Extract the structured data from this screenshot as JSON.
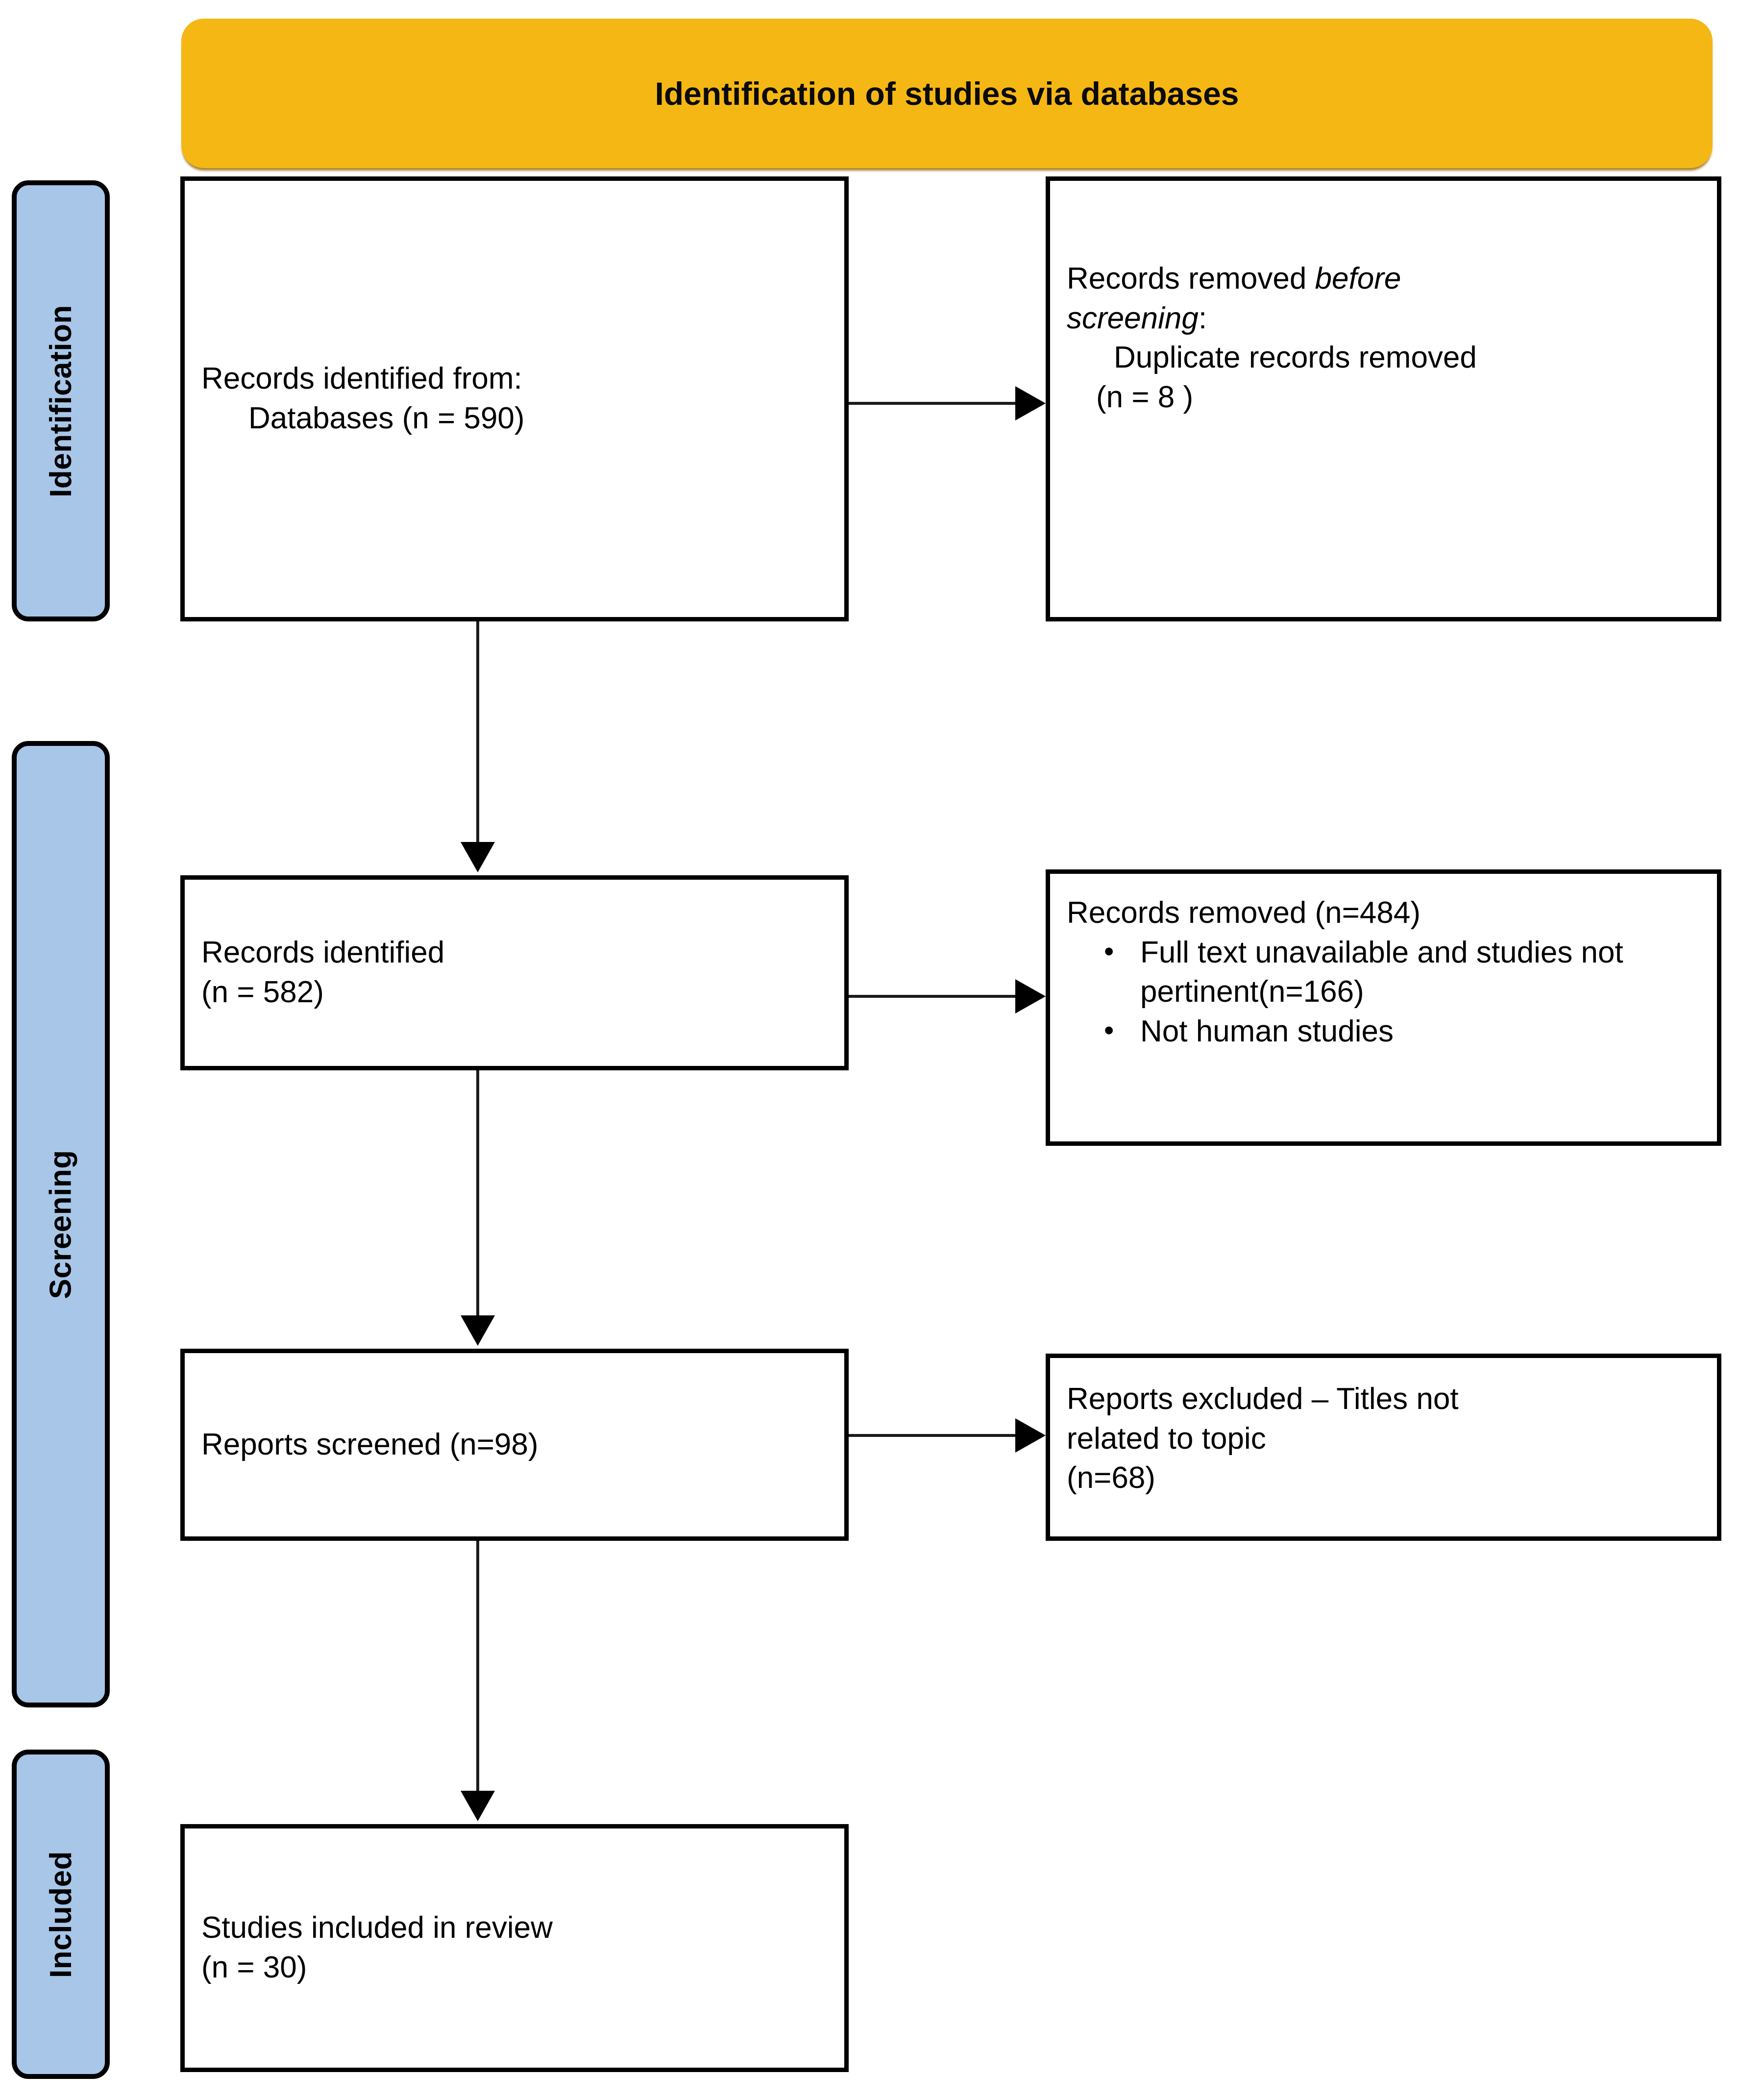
{
  "diagram": {
    "type": "prisma-flow-diagram",
    "header": {
      "title": "Identification of studies via databases",
      "color": "#F5B714"
    },
    "stages": [
      {
        "key": "identification",
        "label": "Identification",
        "color": "#A7C6E8"
      },
      {
        "key": "screening",
        "label": "Screening",
        "color": "#A7C6E8"
      },
      {
        "key": "included",
        "label": "Included",
        "color": "#A7C6E8"
      }
    ],
    "boxes": {
      "records_identified_from": {
        "line1": "Records identified from:",
        "line2": "Databases (n = 590)"
      },
      "records_removed_before_screening": {
        "line1_prefix": "Records removed ",
        "line1_italic": "before",
        "line2_italic": "screening",
        "line2_suffix": ":",
        "line3": "Duplicate records removed",
        "line4": "(n = 8 )"
      },
      "records_identified": {
        "line1": "Records identified",
        "line2": "(n = 582)"
      },
      "records_removed": {
        "heading": "Records removed (n=484)",
        "bullets": [
          "Full text unavailable and studies not pertinent(n=166)",
          "Not human studies"
        ]
      },
      "reports_screened": {
        "line1": "Reports screened (n=98)"
      },
      "reports_excluded": {
        "line1": "Reports excluded – Titles not",
        "line2": "related to topic",
        "line3": "(n=68)"
      },
      "studies_included": {
        "line1": "Studies included in review",
        "line2": "(n = 30)"
      }
    },
    "counts": {
      "databases_identified": 590,
      "duplicates_removed": 8,
      "records_identified": 582,
      "records_removed": 484,
      "full_text_unavailable_not_pertinent": 166,
      "reports_screened": 98,
      "reports_excluded_titles": 68,
      "studies_included": 30
    }
  }
}
